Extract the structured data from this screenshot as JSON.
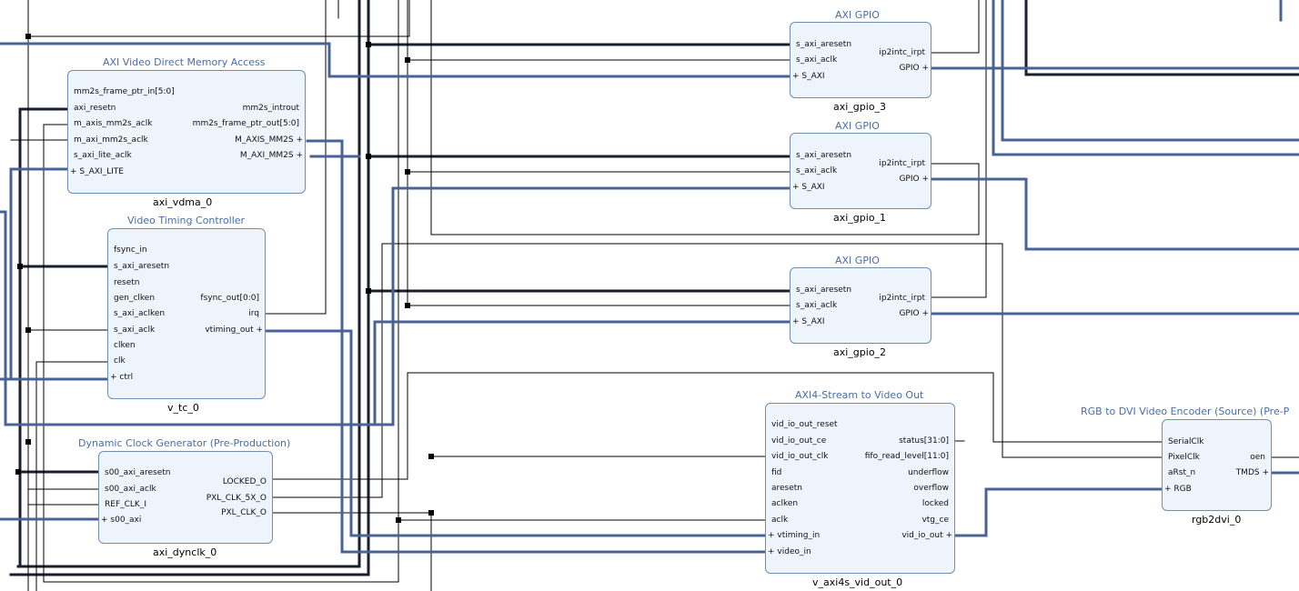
{
  "blocks": {
    "vdma": {
      "title": "AXI Video Direct Memory Access",
      "name": "axi_vdma_0",
      "ports_left": [
        "mm2s_frame_ptr_in[5:0]",
        "axi_resetn",
        "m_axis_mm2s_aclk",
        "m_axi_mm2s_aclk",
        "s_axi_lite_aclk",
        "+ S_AXI_LITE"
      ],
      "ports_right": [
        "mm2s_introut",
        "mm2s_frame_ptr_out[5:0]",
        "M_AXIS_MM2S +",
        "M_AXI_MM2S +"
      ]
    },
    "vtc": {
      "title": "Video Timing Controller",
      "name": "v_tc_0",
      "ports_left": [
        "fsync_in",
        "s_axi_aresetn",
        "resetn",
        "gen_clken",
        "s_axi_aclken",
        "s_axi_aclk",
        "clken",
        "clk",
        "+ ctrl"
      ],
      "ports_right": [
        "fsync_out[0:0]",
        "irq",
        "vtiming_out +"
      ]
    },
    "clkgen": {
      "title": "Dynamic Clock Generator (Pre-Production)",
      "name": "axi_dynclk_0",
      "ports_left": [
        "s00_axi_aresetn",
        "s00_axi_aclk",
        "REF_CLK_I",
        "+ s00_axi"
      ],
      "ports_right": [
        "LOCKED_O",
        "PXL_CLK_5X_O",
        "PXL_CLK_O"
      ]
    },
    "gpio3": {
      "title": "AXI GPIO",
      "name": "axi_gpio_3",
      "ports_left": [
        "s_axi_aresetn",
        "s_axi_aclk",
        "+ S_AXI"
      ],
      "ports_right": [
        "ip2intc_irpt",
        "GPIO +"
      ]
    },
    "gpio1": {
      "title": "AXI GPIO",
      "name": "axi_gpio_1",
      "ports_left": [
        "s_axi_aresetn",
        "s_axi_aclk",
        "+ S_AXI"
      ],
      "ports_right": [
        "ip2intc_irpt",
        "GPIO +"
      ]
    },
    "gpio2": {
      "title": "AXI GPIO",
      "name": "axi_gpio_2",
      "ports_left": [
        "s_axi_aresetn",
        "s_axi_aclk",
        "+ S_AXI"
      ],
      "ports_right": [
        "ip2intc_irpt",
        "GPIO +"
      ]
    },
    "vidout": {
      "title": "AXI4-Stream to Video Out",
      "name": "v_axi4s_vid_out_0",
      "ports_left": [
        "vid_io_out_reset",
        "vid_io_out_ce",
        "vid_io_out_clk",
        "fid",
        "aresetn",
        "aclken",
        "aclk",
        "+ vtiming_in",
        "+ video_in"
      ],
      "ports_right": [
        "status[31:0]",
        "fifo_read_level[11:0]",
        "underflow",
        "overflow",
        "locked",
        "vtg_ce",
        "vid_io_out +"
      ]
    },
    "rgb2dvi": {
      "title": "RGB to DVI Video Encoder (Source) (Pre-P",
      "name": "rgb2dvi_0",
      "ports_left": [
        "SerialClk",
        "PixelClk",
        "aRst_n",
        "+ RGB"
      ],
      "ports_right": [
        "oen",
        "TMDS +"
      ]
    }
  },
  "colors": {
    "block_fill": "#eef4fb",
    "block_border": "#6f8fb0",
    "title_text": "#4a6ea5",
    "bus_wire": "#4a6396",
    "net_wire": "#000000",
    "thick_net": "#1a1f2e"
  }
}
